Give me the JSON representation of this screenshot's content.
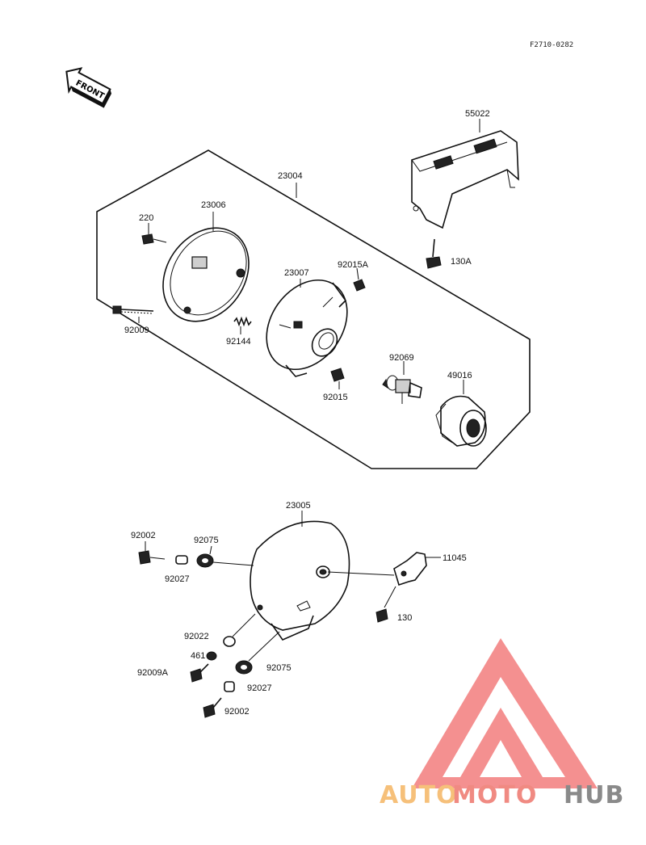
{
  "drawing_code": "F2710-0282",
  "front_label": "FRONT",
  "watermark": {
    "auto": "AUTO",
    "moto": "MOTO",
    "hub": "HUB",
    "colors": {
      "auto": "#f6c07a",
      "moto": "#f08a82",
      "hub": "#8a8a8a",
      "triangle": "#f27c7c"
    }
  },
  "parts": {
    "p23004": "23004",
    "p55022": "55022",
    "p130A": "130A",
    "p23006": "23006",
    "p220": "220",
    "p92009": "92009",
    "p92144": "92144",
    "p23007": "23007",
    "p92015A": "92015A",
    "p92015": "92015",
    "p92069": "92069",
    "p49016": "49016",
    "p23005": "23005",
    "p92002a": "92002",
    "p92075a": "92075",
    "p92027a": "92027",
    "p11045": "11045",
    "p130": "130",
    "p92022": "92022",
    "p461": "461",
    "p92009A": "92009A",
    "p92075b": "92075",
    "p92027b": "92027",
    "p92002b": "92002"
  }
}
